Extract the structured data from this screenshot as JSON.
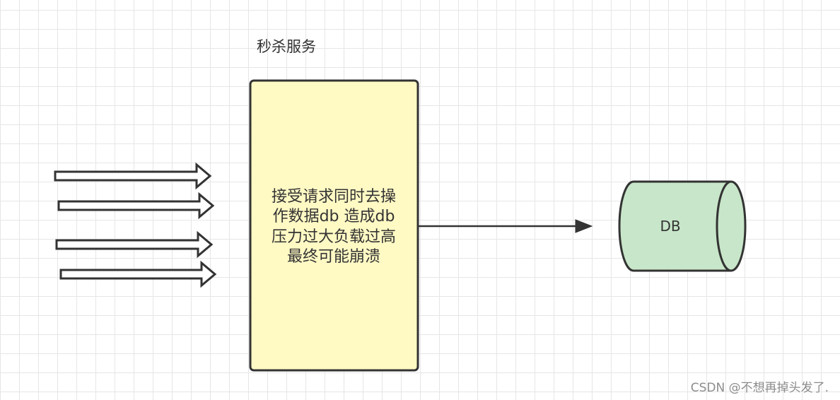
{
  "diagram": {
    "service_title": "秒杀服务",
    "service_box": {
      "lines": [
        "接受请求同时去操",
        "作数据db 造成db",
        "压力过大负载过高",
        "最终可能崩溃"
      ],
      "fill": "#FFF9C4"
    },
    "database": {
      "label": "DB",
      "fill": "#C8E6C9"
    },
    "stroke_color": "#333333"
  },
  "watermark": "CSDN @不想再掉头发了."
}
